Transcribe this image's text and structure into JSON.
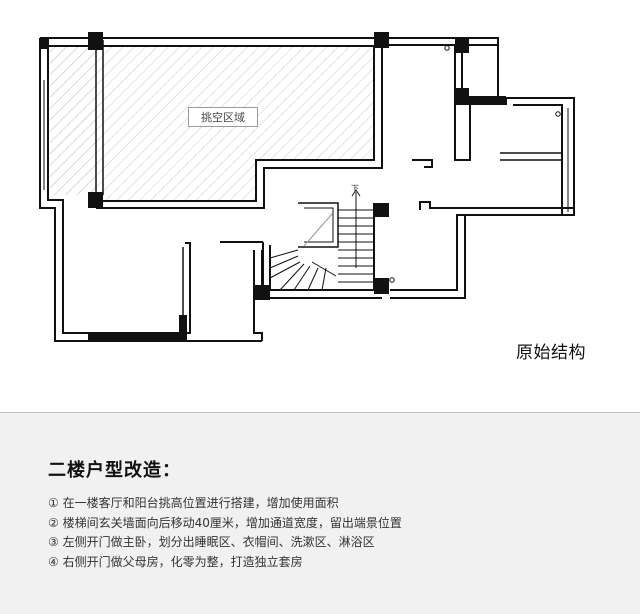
{
  "plan": {
    "caption": "原始结构",
    "void_label": "挑空区域",
    "stair_arrow_label": "下"
  },
  "notes": {
    "title": "二楼户型改造：",
    "items": [
      "① 在一楼客厅和阳台挑高位置进行搭建，增加使用面积",
      "② 楼梯间玄关墙面向后移动40厘米，增加通道宽度，留出端景位置",
      "③ 左侧开门做主卧，划分出睡眠区、衣帽间、洗漱区、淋浴区",
      "④ 右侧开门做父母房，化零为整，打造独立套房"
    ]
  },
  "colors": {
    "wall": "#111111",
    "hatch": "#c9c9c9",
    "notes_background": "#f1f1f1"
  }
}
